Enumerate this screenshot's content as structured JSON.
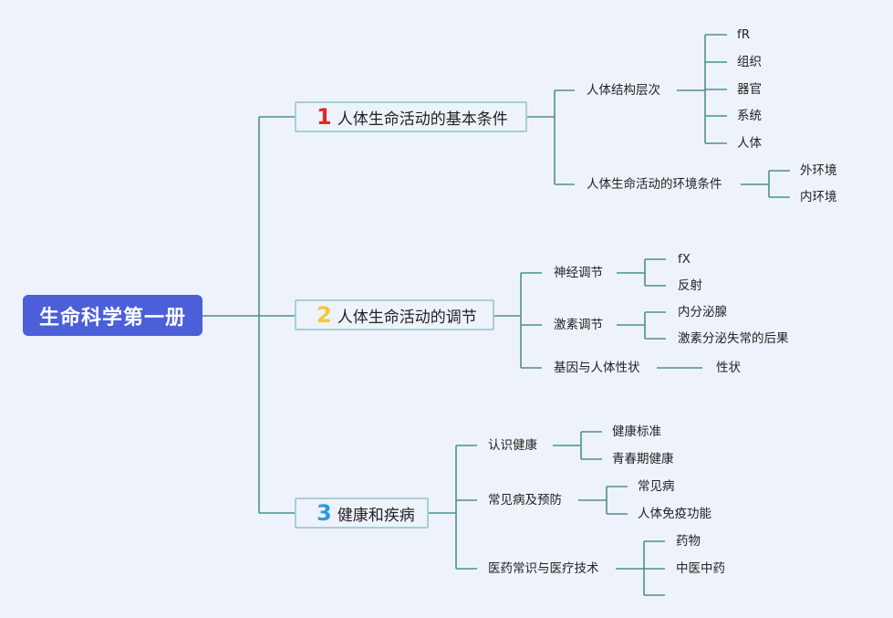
{
  "root": {
    "label": "生命科学第一册"
  },
  "branches": [
    {
      "number": "1",
      "number_color": "#e02a2a",
      "label": "人体生命活动的基本条件",
      "children": [
        {
          "label": "人体结构层次",
          "children": [
            "fR",
            "组织",
            "器官",
            "系统",
            "人体"
          ]
        },
        {
          "label": "人体生命活动的环境条件",
          "children": [
            "外环境",
            "内环境"
          ]
        }
      ]
    },
    {
      "number": "2",
      "number_color": "#f2c935",
      "label": "人体生命活动的调节",
      "children": [
        {
          "label": "神经调节",
          "children": [
            "fX",
            "反射"
          ]
        },
        {
          "label": "激素调节",
          "children": [
            "内分泌腺",
            "激素分泌失常的后果"
          ]
        },
        {
          "label": "基因与人体性状",
          "children": [
            "性状"
          ]
        }
      ]
    },
    {
      "number": "3",
      "number_color": "#2a9be0",
      "label": "健康和疾病",
      "children": [
        {
          "label": "认识健康",
          "children": [
            "健康标准",
            "青春期健康"
          ]
        },
        {
          "label": "常见病及预防",
          "children": [
            "常见病",
            "人体免疫功能"
          ]
        },
        {
          "label": "医药常识与医疗技术",
          "children": [
            "药物",
            "中医中药",
            ""
          ]
        }
      ]
    }
  ],
  "colors": {
    "line": "#4f8f8c",
    "root_bg": "#4a5fd8",
    "branch_border": "#a6cfd2",
    "background": "#eef3fb"
  }
}
